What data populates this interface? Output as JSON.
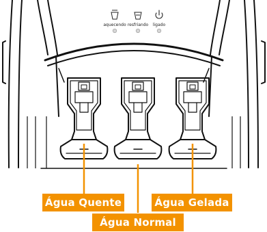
{
  "status_panel": {
    "heating_label": "aquecendo",
    "cooling_label": "resfriando",
    "power_label": "ligado"
  },
  "callouts": {
    "hot": "Água Quente",
    "normal": "Água Normal",
    "cold": "Água Gelada"
  },
  "colors": {
    "accent": "#f39200",
    "line": "#111111"
  },
  "icons": [
    "hot-cup-icon",
    "cold-cup-icon",
    "power-icon"
  ]
}
